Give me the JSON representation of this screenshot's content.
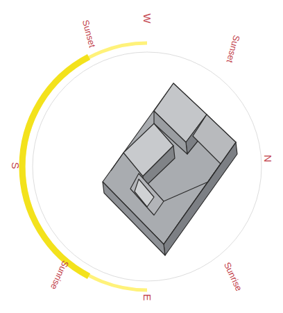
{
  "diagram": {
    "labels": [
      "Sunset",
      "W",
      "Sunset",
      "S",
      "N",
      "Sunrise",
      "E",
      "Sunrise"
    ]
  }
}
